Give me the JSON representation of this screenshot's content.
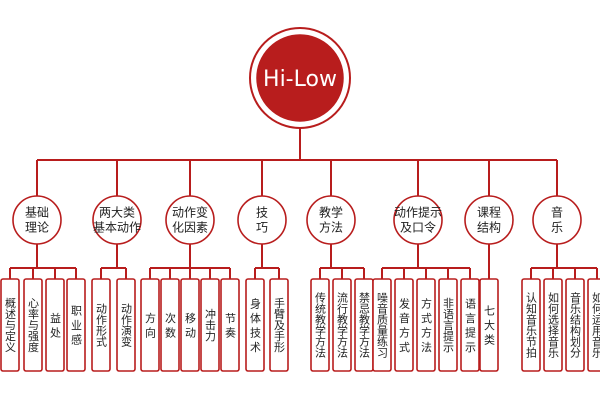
{
  "root": {
    "label": "Hi-Low"
  },
  "categories": [
    {
      "lines": [
        "基础",
        "理论"
      ],
      "leaves": [
        "概述与定义",
        "心率与强度",
        "益 处",
        "职 业 感"
      ]
    },
    {
      "lines": [
        "两大类",
        "基本动作"
      ],
      "leaves": [
        "动作形式",
        "动作演变"
      ]
    },
    {
      "lines": [
        "动作变",
        "化因素"
      ],
      "leaves": [
        "方 向",
        "次 数",
        "移 动",
        "冲击力",
        "节 奏"
      ]
    },
    {
      "lines": [
        "技",
        "巧"
      ],
      "leaves": [
        "身 体 技 术",
        "手臂及手形"
      ]
    },
    {
      "lines": [
        "教学",
        "方法"
      ],
      "leaves": [
        "传统教学方法",
        "流行教学方法",
        "禁忌教学方法"
      ]
    },
    {
      "lines": [
        "动作提示",
        "及口令"
      ],
      "leaves": [
        "噪音质量练习",
        "发 音 方 式",
        "方 式 方 法",
        "非语言提示",
        "语 言 提 示"
      ]
    },
    {
      "lines": [
        "课程",
        "结构"
      ],
      "leaves": [
        "七 大 类"
      ]
    },
    {
      "lines": [
        "音",
        "乐"
      ],
      "leaves": [
        "认知音乐节拍",
        "如何选择音乐",
        "音乐结构划分",
        "如何运用音乐"
      ]
    }
  ]
}
